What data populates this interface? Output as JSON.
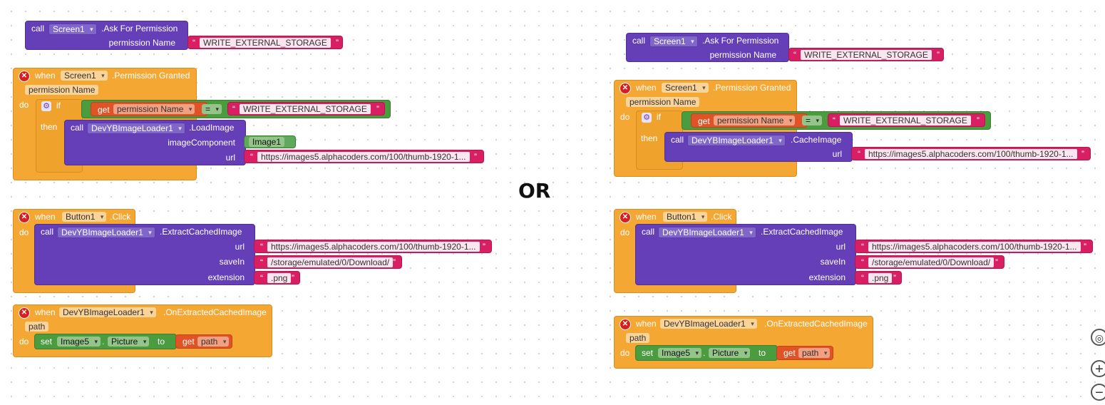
{
  "separator": "OR",
  "kw": {
    "call": "call",
    "when": "when",
    "do": "do",
    "if": "if",
    "then": "then",
    "get": "get",
    "set": "set",
    "to": "to",
    "eq": "=",
    "dot": "."
  },
  "comp": {
    "screen1": "Screen1",
    "button1": "Button1",
    "loader": "DevYBImageLoader1",
    "image1": "Image1",
    "image5": "Image5"
  },
  "ev": {
    "ask": ".Ask For Permission",
    "granted": ".Permission Granted",
    "click": ".Click",
    "extracted": ".OnExtractedCachedImage",
    "loadimage": ".LoadImage",
    "cacheimage": ".CacheImage",
    "extract": ".ExtractCachedImage",
    "picture": "Picture"
  },
  "param": {
    "permissionName": "permission Name",
    "imageComponent": "imageComponent",
    "url": "url",
    "saveIn": "saveIn",
    "extension": "extension",
    "path": "path"
  },
  "str": {
    "write": "WRITE_EXTERNAL_STORAGE",
    "url": "https://images5.alphacoders.com/100/thumb-1920-1...",
    "dir": "/storage/emulated/0/Download/",
    "png": ".png"
  },
  "icons": {
    "error": "error-icon",
    "gear": "mutator-gear-icon",
    "center": "recenter-icon",
    "zoomIn": "zoom-in-icon",
    "zoomOut": "zoom-out-icon"
  },
  "colors": {
    "procedure": "#653fb8",
    "event": "#f5a733",
    "control": "#4b9b3f",
    "variable": "#e05326",
    "text": "#d81f64"
  }
}
